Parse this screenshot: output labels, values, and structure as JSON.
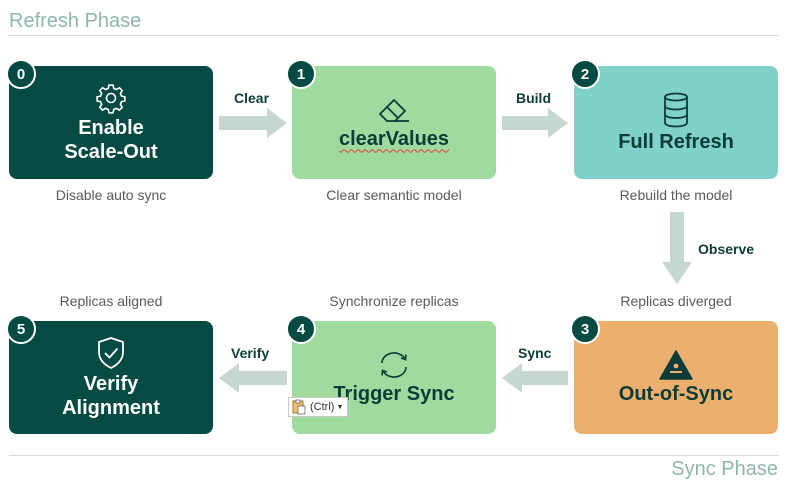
{
  "phases": {
    "refresh": "Refresh Phase",
    "sync": "Sync Phase"
  },
  "steps": [
    {
      "num": "0",
      "label_lines": [
        "Enable",
        "Scale-Out"
      ],
      "caption": "Disable auto sync",
      "icon": "gear-icon",
      "color": "#054a43"
    },
    {
      "num": "1",
      "label_lines": [
        "clearValues"
      ],
      "caption": "Clear semantic model",
      "icon": "eraser-icon",
      "color": "#9fdb9f"
    },
    {
      "num": "2",
      "label_lines": [
        "Full Refresh"
      ],
      "caption": "Rebuild the model",
      "icon": "database-icon",
      "color": "#7fd1c9"
    },
    {
      "num": "3",
      "label_lines": [
        "Out-of-Sync"
      ],
      "caption": "Replicas diverged",
      "icon": "warning-triangle-icon",
      "color": "#ecb06e"
    },
    {
      "num": "4",
      "label_lines": [
        "Trigger Sync"
      ],
      "caption": "Synchronize replicas",
      "icon": "sync-icon",
      "color": "#9fdb9f"
    },
    {
      "num": "5",
      "label_lines": [
        "Verify",
        "Alignment"
      ],
      "caption": "Replicas aligned",
      "icon": "shield-check-icon",
      "color": "#054a43"
    }
  ],
  "arrows": {
    "clear": "Clear",
    "build": "Build",
    "observe": "Observe",
    "sync": "Sync",
    "verify": "Verify"
  },
  "paste_options": {
    "label": "(Ctrl)",
    "icon": "clipboard-icon"
  }
}
